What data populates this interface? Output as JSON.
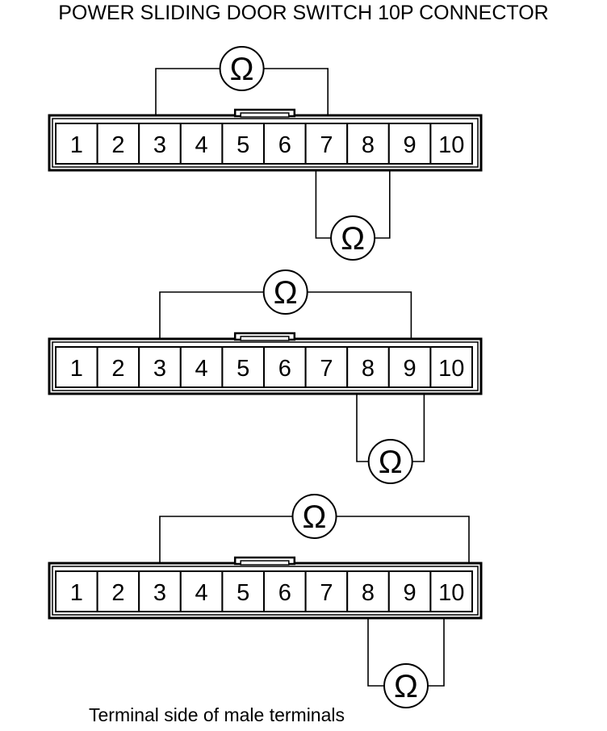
{
  "title": "POWER SLIDING DOOR SWITCH 10P CONNECTOR",
  "caption": "Terminal side of male terminals",
  "meter_symbol": "Ω",
  "terminals": [
    "1",
    "2",
    "3",
    "4",
    "5",
    "6",
    "7",
    "8",
    "9",
    "10"
  ],
  "connectors": [
    {
      "top_probe": {
        "from": 3,
        "to": 7
      },
      "bottom_probe": {
        "from": 7,
        "to": 8
      }
    },
    {
      "top_probe": {
        "from": 3,
        "to": 9
      },
      "bottom_probe": {
        "from": 8,
        "to": 9
      }
    },
    {
      "top_probe": {
        "from": 3,
        "to": 10
      },
      "bottom_probe": {
        "from": 8,
        "to": 10
      }
    }
  ]
}
